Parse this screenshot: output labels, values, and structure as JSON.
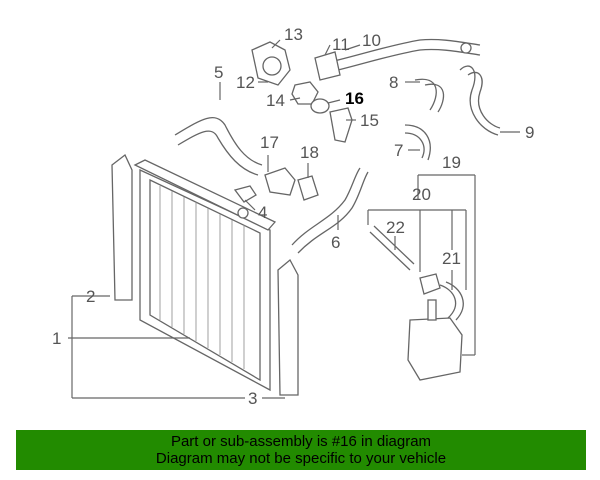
{
  "diagram": {
    "parts": [
      "1",
      "2",
      "3",
      "4",
      "5",
      "6",
      "7",
      "8",
      "9",
      "10",
      "11",
      "12",
      "13",
      "14",
      "15",
      "16",
      "17",
      "18",
      "19",
      "20",
      "21",
      "22"
    ],
    "highlighted_part": "16"
  },
  "banner": {
    "line1": "Part or sub-assembly is #16 in diagram",
    "line2": "Diagram may not be specific to your vehicle",
    "color": "#228b00"
  }
}
